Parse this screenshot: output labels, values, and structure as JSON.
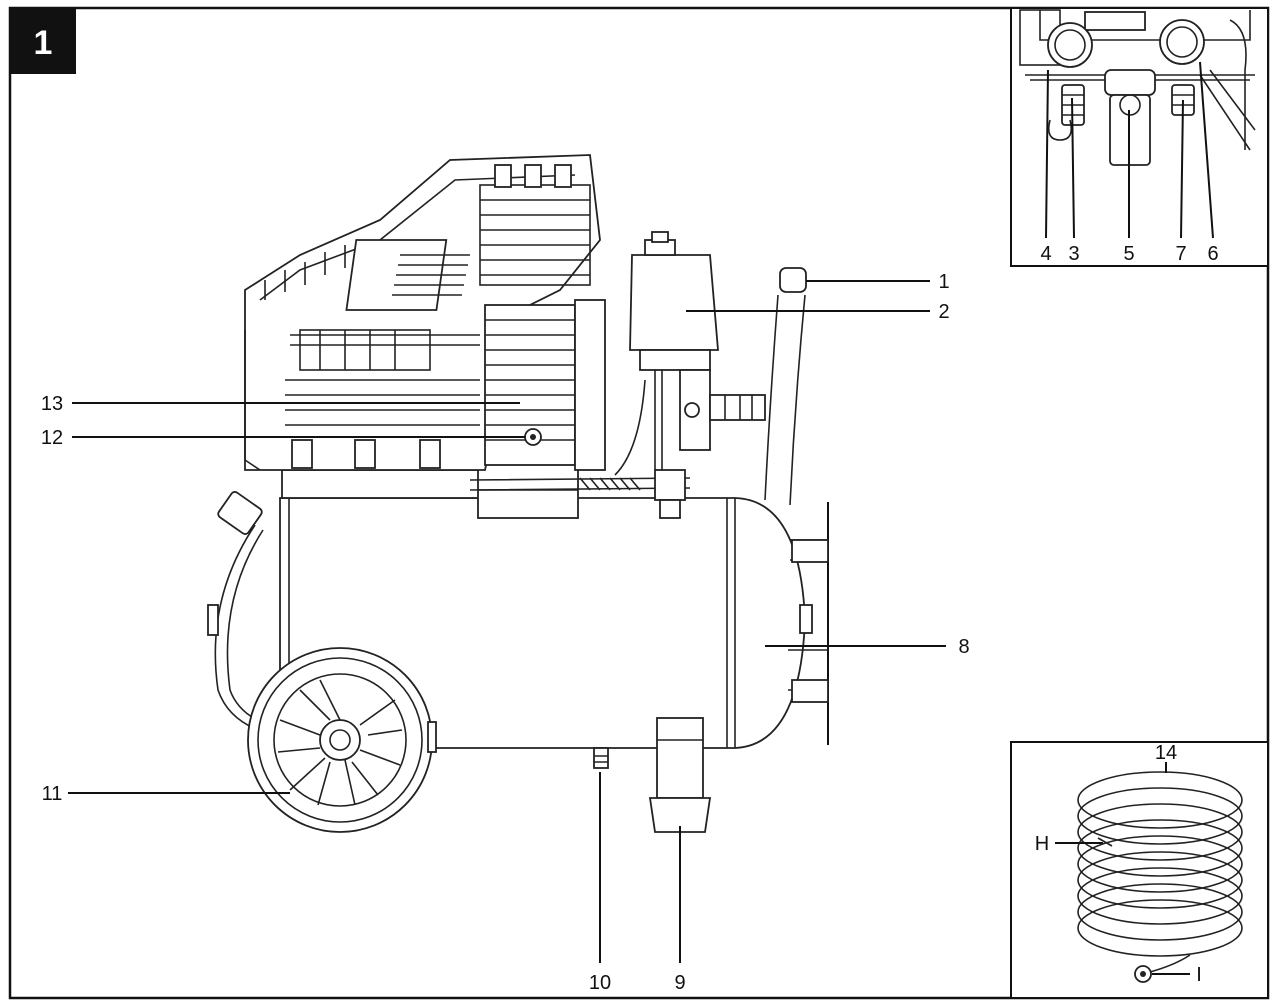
{
  "figure": {
    "number": "1"
  },
  "labels": {
    "c1": "1",
    "c2": "2",
    "c3": "3",
    "c4": "4",
    "c5": "5",
    "c6": "6",
    "c7": "7",
    "c8": "8",
    "c9": "9",
    "c10": "10",
    "c11": "11",
    "c12": "12",
    "c13": "13",
    "c14": "14",
    "cH": "H",
    "cI": "I"
  },
  "colors": {
    "ink": "#111111",
    "paper": "#ffffff",
    "badge": "#111111"
  }
}
